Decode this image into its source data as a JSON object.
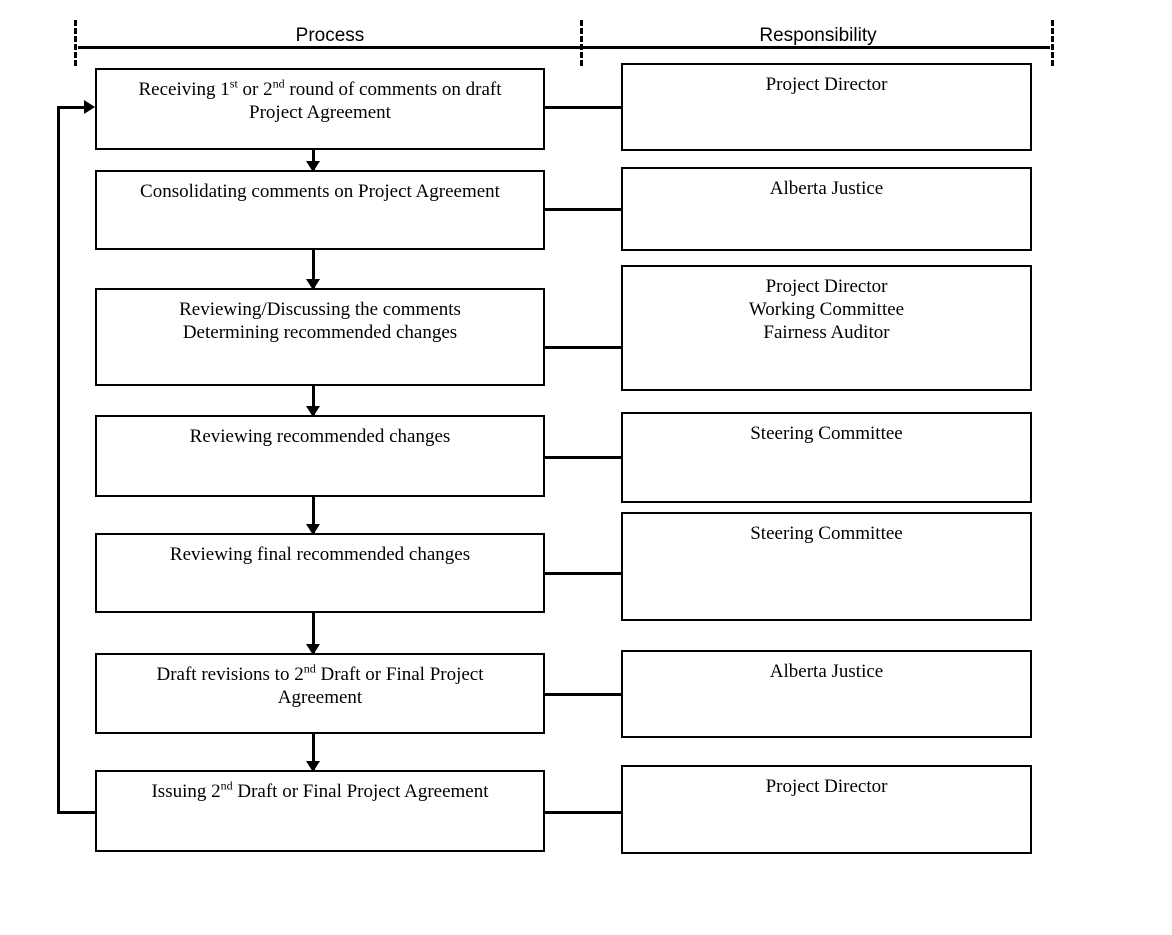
{
  "diagram": {
    "columns": [
      {
        "id": "process",
        "label": "Process"
      },
      {
        "id": "responsibility",
        "label": "Responsibility"
      }
    ],
    "colors": {
      "line": "#000000",
      "background": "#ffffff",
      "box_fill": "#ffffff"
    },
    "rows": [
      {
        "process": {
          "lines": [
            "Receiving 1<sup>st</sup> or 2<sup>nd</sup> round of comments on draft",
            "Project Agreement"
          ],
          "plain": "Receiving 1st or 2nd round of comments on draft Project Agreement"
        },
        "responsibility": {
          "lines": [
            "Project Director"
          ],
          "plain": "Project Director"
        }
      },
      {
        "process": {
          "lines": [
            "Consolidating comments on Project Agreement"
          ],
          "plain": "Consolidating comments on Project Agreement"
        },
        "responsibility": {
          "lines": [
            "Alberta Justice"
          ],
          "plain": "Alberta Justice"
        }
      },
      {
        "process": {
          "lines": [
            "Reviewing/Discussing the comments",
            "Determining recommended changes"
          ],
          "plain": "Reviewing/Discussing the comments Determining recommended changes"
        },
        "responsibility": {
          "lines": [
            "Project Director",
            "Working Committee",
            "Fairness Auditor"
          ],
          "plain": "Project Director Working Committee Fairness Auditor"
        }
      },
      {
        "process": {
          "lines": [
            "Reviewing recommended changes"
          ],
          "plain": "Reviewing recommended changes"
        },
        "responsibility": {
          "lines": [
            "Steering Committee"
          ],
          "plain": "Steering Committee"
        }
      },
      {
        "process": {
          "lines": [
            "Reviewing final recommended changes"
          ],
          "plain": "Reviewing final recommended changes"
        },
        "responsibility": {
          "lines": [
            "Steering Committee"
          ],
          "plain": "Steering Committee"
        }
      },
      {
        "process": {
          "lines": [
            "Draft revisions to 2<sup>nd</sup> Draft or Final Project",
            "Agreement"
          ],
          "plain": "Draft revisions to 2nd Draft or Final Project Agreement"
        },
        "responsibility": {
          "lines": [
            "Alberta Justice"
          ],
          "plain": "Alberta Justice"
        }
      },
      {
        "process": {
          "lines": [
            "Issuing 2<sup>nd</sup> Draft or Final Project Agreement"
          ],
          "plain": "Issuing 2nd Draft or Final Project Agreement"
        },
        "responsibility": {
          "lines": [
            "Project Director"
          ],
          "plain": "Project Director"
        }
      }
    ],
    "feedback_loop": {
      "from_step": "Issuing 2nd Draft or Final Project Agreement",
      "to_step": "Receiving 1st or 2nd round of comments on draft Project Agreement",
      "direction": "upward-left-return"
    }
  }
}
